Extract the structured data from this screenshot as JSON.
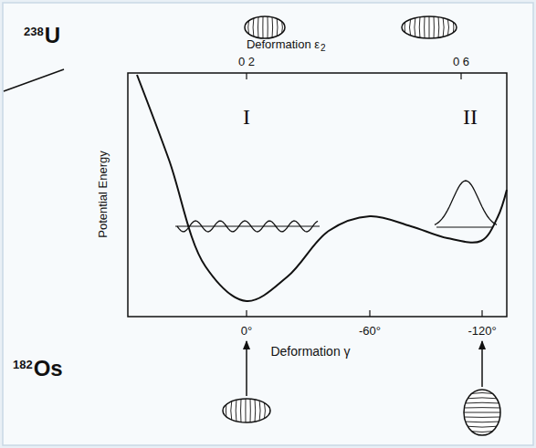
{
  "diagram": {
    "labels": [
      "238",
      "U",
      "Deformation ε",
      "2",
      "0 2",
      "0 6",
      "Potential Energy",
      "I",
      "II",
      "0°",
      "-60°",
      "-120°",
      "Deformation γ",
      "182",
      "Os"
    ]
  }
}
